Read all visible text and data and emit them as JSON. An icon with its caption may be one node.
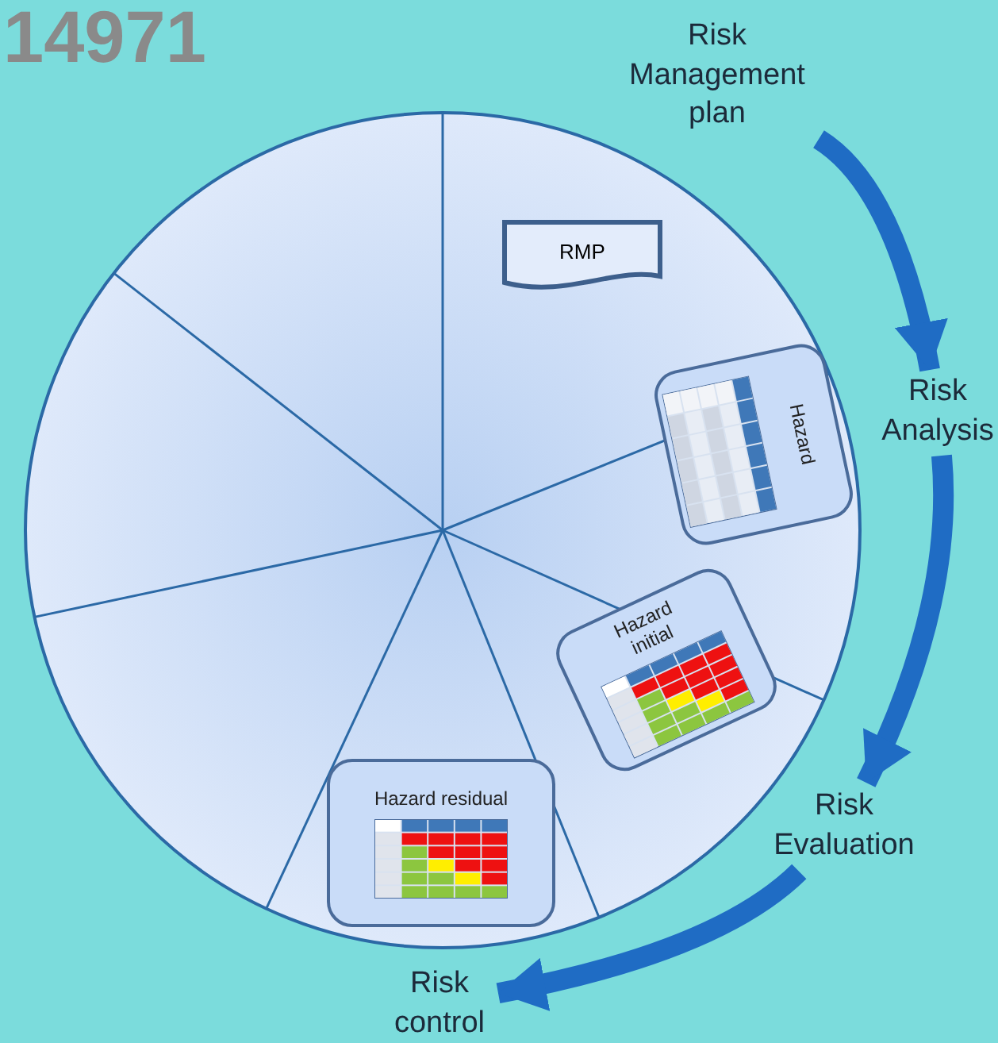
{
  "diagram": {
    "title": "14971",
    "nodes": [
      {
        "text": [
          "Risk Management plan"
        ]
      },
      {
        "text": [
          "Risk Analysis"
        ]
      },
      {
        "text": [
          "Risk Evaluation"
        ]
      },
      {
        "text": [
          "Risk control"
        ]
      },
      {
        "text": [
          "RMP"
        ]
      },
      {
        "text": [
          "Hazard"
        ]
      },
      {
        "text": [
          "Hazard initial"
        ]
      },
      {
        "text": [
          "Hazard residual"
        ]
      }
    ],
    "edges": [
      {
        "from": 0,
        "to": 1,
        "arrow": "to"
      },
      {
        "from": 1,
        "to": 2,
        "arrow": "to"
      },
      {
        "from": 2,
        "to": 3,
        "arrow": "to"
      }
    ]
  }
}
